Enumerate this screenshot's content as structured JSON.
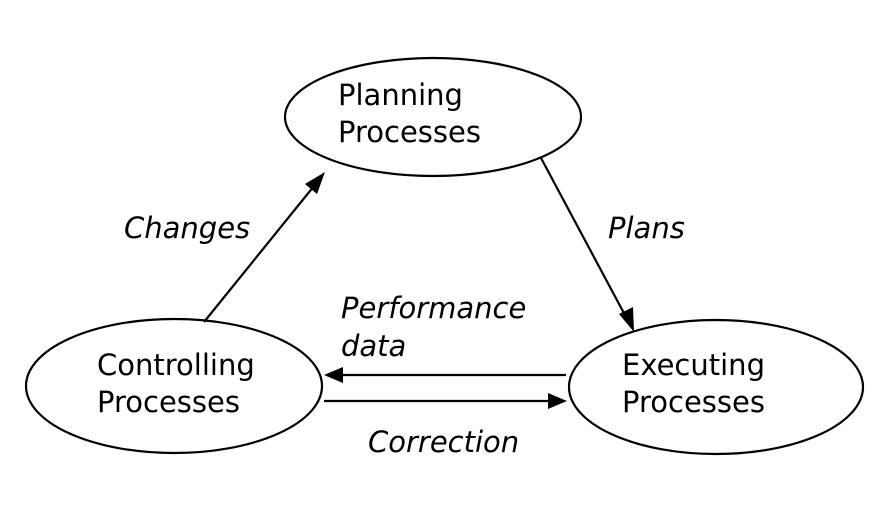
{
  "nodes": {
    "planning": {
      "line1": "Planning",
      "line2": "Processes"
    },
    "controlling": {
      "line1": "Controlling",
      "line2": "Processes"
    },
    "executing": {
      "line1": "Executing",
      "line2": "Processes"
    }
  },
  "edges": {
    "changes": {
      "label": "Changes"
    },
    "plans": {
      "label": "Plans"
    },
    "performance_data": {
      "line1": "Performance",
      "line2": "data"
    },
    "correction": {
      "label": "Correction"
    }
  },
  "colors": {
    "stroke": "#000000",
    "background": "#ffffff"
  }
}
